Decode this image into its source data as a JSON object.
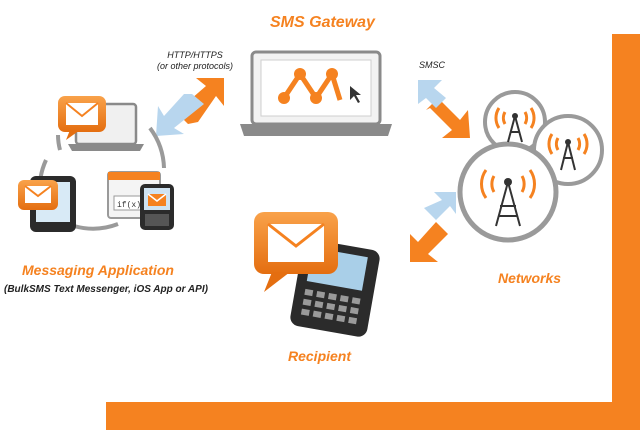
{
  "title": "SMS Gateway",
  "protocol_label": "HTTP/HTTPS",
  "protocol_sub": "(or other protocols)",
  "smsc_label": "SMSC",
  "messaging_title": "Messaging Application",
  "messaging_sub": "(BulkSMS Text Messenger, iOS App or API)",
  "recipient_label": "Recipient",
  "networks_label": "Networks",
  "api_screen_text": "if(x){",
  "colors": {
    "accent": "#f58220",
    "arrow_light": "#b8d6ee",
    "gray": "#9a9a9a"
  }
}
